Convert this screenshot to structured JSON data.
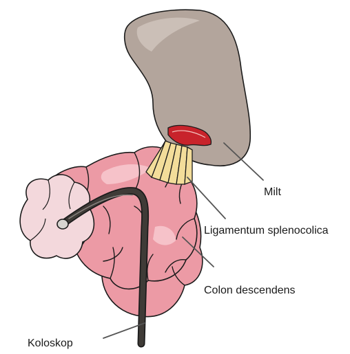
{
  "labels": {
    "milt": "Milt",
    "ligament": "Ligamentum splenocolica",
    "colon": "Colon descendens",
    "colonoscope": "Koloskop"
  },
  "colors": {
    "spleen": "#b3a59c",
    "spleen_highlight": "#cbbfb7",
    "injury": "#c8232b",
    "ligament": "#f3dd9a",
    "colon": "#ec9aa5",
    "colon_light": "#f6c2c9",
    "colon_cut": "#f3d8dc",
    "scope": "#3f3b37",
    "outline": "#1b1b1b",
    "leader": "#555555"
  }
}
